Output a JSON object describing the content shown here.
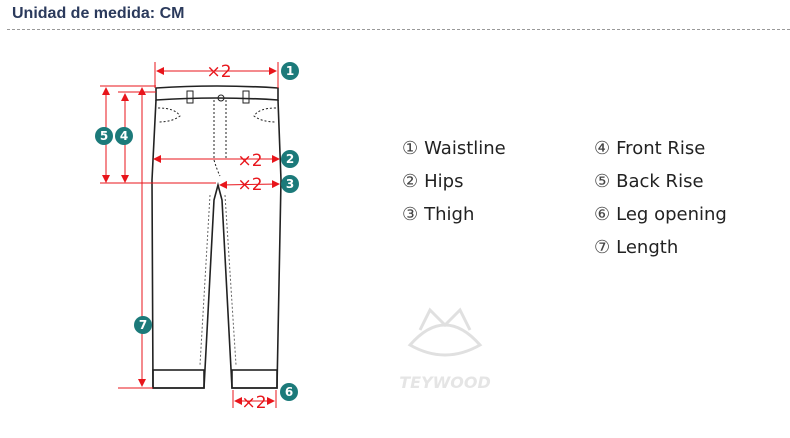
{
  "header": {
    "title": "Unidad de medida: CM"
  },
  "diagram": {
    "multiplier_label": "×2",
    "badges": [
      "1",
      "2",
      "3",
      "4",
      "5",
      "6",
      "7"
    ],
    "annotation_color": "#e8151b",
    "badge_color": "#1c7a7a",
    "watermark": "TEYWOOD"
  },
  "legend": {
    "items": [
      {
        "num": "①",
        "label": "Waistline"
      },
      {
        "num": "②",
        "label": "Hips"
      },
      {
        "num": "③",
        "label": "Thigh"
      },
      {
        "num": "④",
        "label": "Front Rise"
      },
      {
        "num": "⑤",
        "label": "Back Rise"
      },
      {
        "num": "⑥",
        "label": "Leg opening"
      },
      {
        "num": "⑦",
        "label": "Length"
      }
    ]
  }
}
